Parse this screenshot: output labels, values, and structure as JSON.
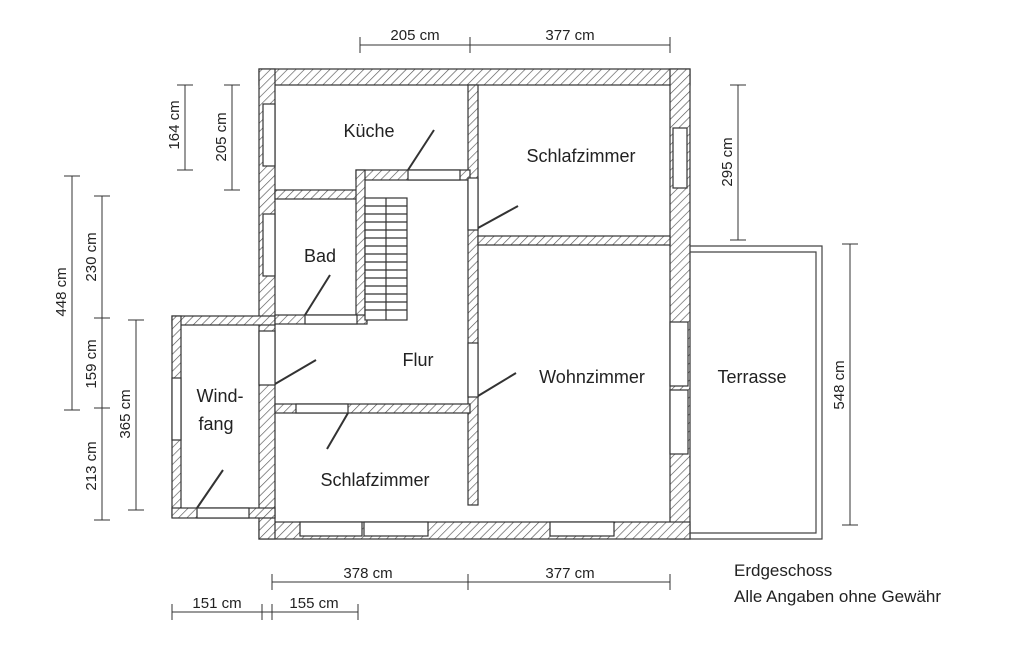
{
  "rooms": {
    "kueche": "Küche",
    "schlafzimmer_top": "Schlafzimmer",
    "bad": "Bad",
    "flur": "Flur",
    "wohnzimmer": "Wohnzimmer",
    "terrasse": "Terrasse",
    "windfang_1": "Wind-",
    "windfang_2": "fang",
    "schlafzimmer_bottom": "Schlafzimmer"
  },
  "dimensions": {
    "top_left": "205 cm",
    "top_right": "377 cm",
    "left_164": "164 cm",
    "left_205": "205 cm",
    "left_448": "448 cm",
    "left_230": "230 cm",
    "left_159": "159 cm",
    "left_365": "365 cm",
    "left_213": "213 cm",
    "right_295": "295 cm",
    "right_548": "548 cm",
    "bottom_378": "378 cm",
    "bottom_377": "377 cm",
    "bottom_151": "151 cm",
    "bottom_155": "155 cm"
  },
  "notes": {
    "floor": "Erdgeschoss",
    "disclaimer": "Alle Angaben ohne Gewähr"
  }
}
